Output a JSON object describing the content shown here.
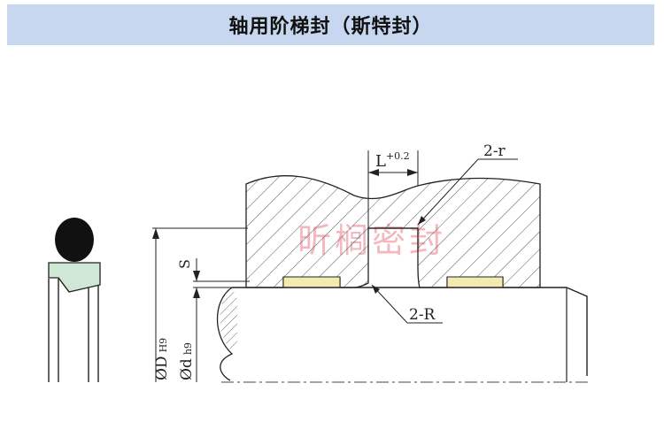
{
  "header": {
    "title": "轴用阶梯封（斯特封）"
  },
  "watermark": "昕榈密封",
  "dimensions": {
    "groove_length": "L",
    "groove_length_tol": "+0.2",
    "groove_corner_radius": "2-r",
    "rod_corner_radius": "2-R",
    "section_height": "S",
    "bore_diameter": "ØD",
    "bore_tolerance": "H9",
    "rod_diameter": "Ød",
    "rod_tolerance": "h9"
  },
  "colors": {
    "header_bg": "#c7d7ef",
    "o_ring": "#111111",
    "step_seal_ring": "#cfe8d6",
    "seal_highlight": "#f3eab0",
    "watermark": "#f3b8bd"
  }
}
